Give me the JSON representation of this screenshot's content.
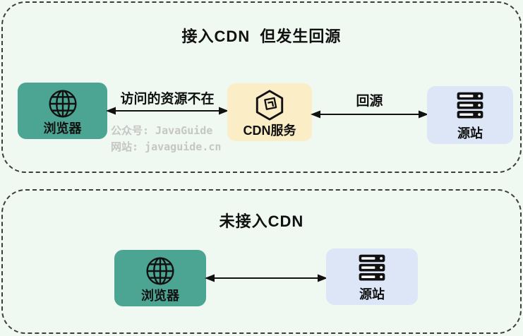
{
  "colors": {
    "page_background": "#EFF8F1",
    "panel_border": "#3C3C3C",
    "browser_box": "#4CA593",
    "cdn_box": "#FBEDC6",
    "origin_box": "#DCE6F7",
    "icon_color": "#111111",
    "watermark_text": "#C6C6C6"
  },
  "top_panel": {
    "title": "接入CDN  但发生回源",
    "browser_label": "浏览器",
    "cdn_label": "CDN服务",
    "origin_label": "源站",
    "arrow_browser_cdn_label": "访问的资源不在",
    "arrow_cdn_origin_label": "回源",
    "watermark_line1": "公众号: JavaGuide",
    "watermark_line2": "网站: javaguide.cn"
  },
  "bottom_panel": {
    "title": "未接入CDN",
    "browser_label": "浏览器",
    "origin_label": "源站"
  },
  "icons": {
    "browser": "globe-icon",
    "cdn": "cdn-cube-hexagon-icon",
    "origin": "server-rack-icon"
  }
}
